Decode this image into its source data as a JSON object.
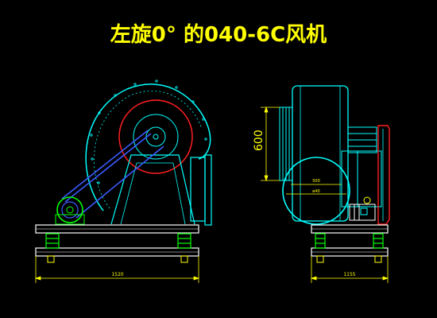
{
  "title": "左旋0° 的040-6C风机",
  "dimensions": {
    "height_600": "600",
    "base_length_left": "1520",
    "base_length_right": "1155",
    "flange_width": "500",
    "flange_inner": "ø40"
  },
  "colors": {
    "background": "#000000",
    "title": "#ffff00",
    "structure": "#00ffff",
    "dimension": "#ffff00",
    "base": "#ffffff",
    "motor": "#00ff00",
    "belt": "#3b5bff",
    "wheel": "#ff2020",
    "guard": "#ff2020"
  }
}
